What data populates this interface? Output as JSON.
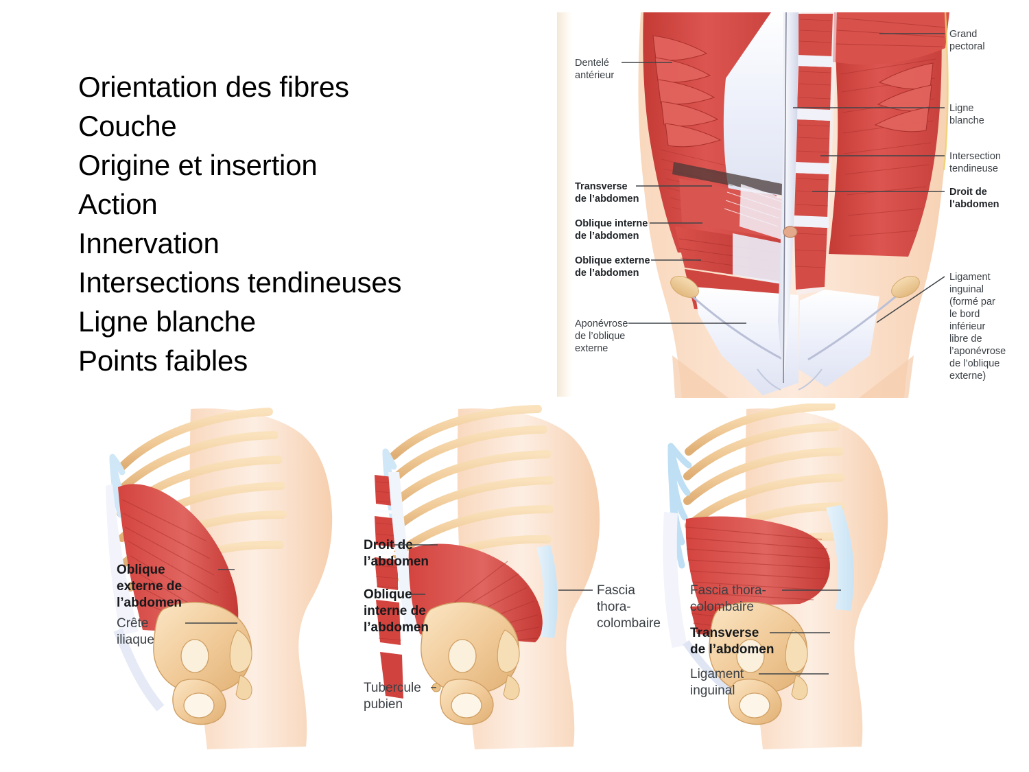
{
  "slide": {
    "background_color": "#ffffff",
    "text_color": "#000000"
  },
  "outline": {
    "items": [
      "Orientation des fibres",
      "Couche",
      "Origine et insertion",
      "Action",
      "Innervation",
      "Intersections tendineuses",
      "Ligne blanche",
      "Points faibles"
    ]
  },
  "figures": {
    "anterior": {
      "caption": "",
      "labels": {
        "left": [
          {
            "line1": "Dentelé",
            "line2": "antérieur",
            "bold": false
          },
          {
            "line1": "Transverse",
            "line2": "de l’abdomen",
            "bold": true
          },
          {
            "line1": "Oblique interne",
            "line2": "de l’abdomen",
            "bold": true
          },
          {
            "line1": "Oblique externe",
            "line2": "de l’abdomen",
            "bold": true
          },
          {
            "line1": "Aponévrose",
            "line2": "de l’oblique",
            "line3": "externe",
            "bold": false
          }
        ],
        "right": [
          {
            "line1": "Grand",
            "line2": "pectoral",
            "bold": false
          },
          {
            "line1": "Ligne",
            "line2": "blanche",
            "bold": false
          },
          {
            "line1": "Intersection",
            "line2": "tendineuse",
            "bold": false
          },
          {
            "line1": "Droit de",
            "line2": "l’abdomen",
            "bold": true
          },
          {
            "line1": "Ligament",
            "line2": "inguinal",
            "line3": "(formé par",
            "line4": "le bord",
            "line5": "inférieur",
            "line6": "libre de",
            "line7": "l’aponévrose",
            "line8": "de l’oblique",
            "line9": "externe)",
            "bold": false
          }
        ]
      }
    },
    "lateral_1": {
      "labels": [
        {
          "line1": "Oblique",
          "line2": "externe de",
          "line3": "l’abdomen",
          "bold": true
        },
        {
          "line1": "Crête",
          "line2": "iliaque",
          "bold": false
        }
      ]
    },
    "lateral_2": {
      "labels_left": [
        {
          "line1": "Droit de",
          "line2": "l’abdomen",
          "bold": true
        },
        {
          "line1": "Oblique",
          "line2": "interne de",
          "line3": "l’abdomen",
          "bold": true
        },
        {
          "line1": "Tubercule",
          "line2": "pubien",
          "bold": false
        }
      ],
      "labels_right": [
        {
          "line1": "Fascia",
          "line2": "thora-",
          "line3": "colombaire",
          "bold": false
        }
      ]
    },
    "lateral_3": {
      "labels": [
        {
          "line1": "Fascia thora-",
          "line2": "colombaire",
          "bold": false
        },
        {
          "line1": "Transverse",
          "line2": "de l’abdomen",
          "bold": true
        },
        {
          "line1": "Ligament",
          "line2": "inguinal",
          "bold": false
        }
      ]
    }
  },
  "colors": {
    "muscle_red": "#d84a43",
    "muscle_red_light": "#e0706a",
    "muscle_red_dark": "#b8322e",
    "bone_tan": "#eec99a",
    "bone_tan_light": "#f7e2c4",
    "skin": "#fbdcc4",
    "skin_light": "#fdeade",
    "aponeurosis_white": "#eef0f8",
    "cartilage_blue": "#cfe6f5",
    "label_gray": "#3a3f44",
    "leader_gray": "#3f4449",
    "page_cream": "#f8f1e4"
  }
}
